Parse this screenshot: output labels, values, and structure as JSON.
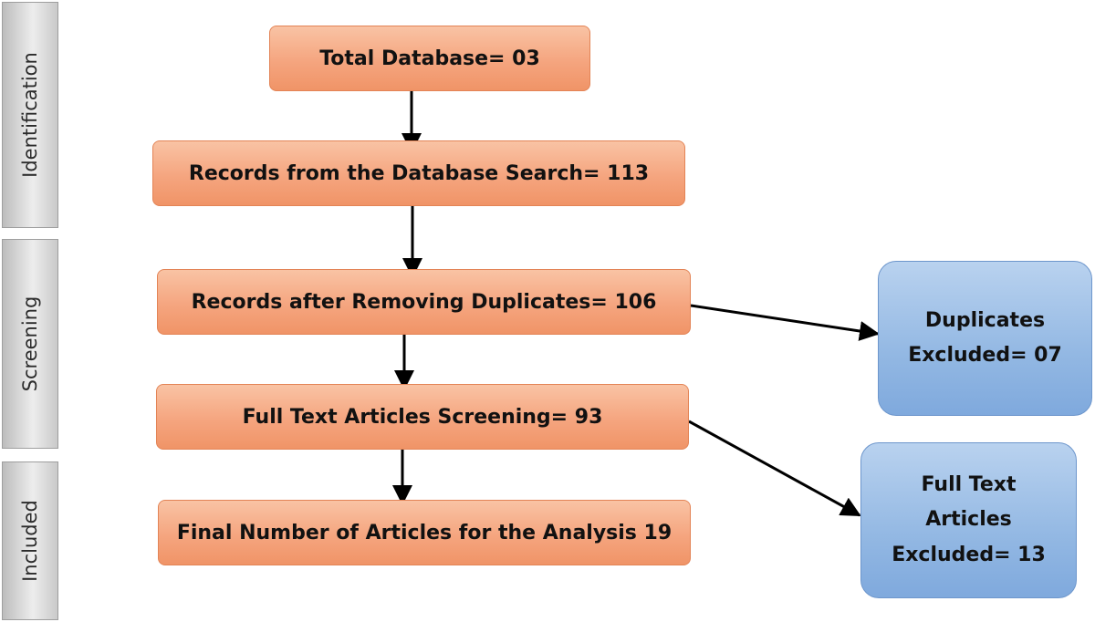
{
  "stages": {
    "identification": "Identification",
    "screening": "Screening",
    "included": "Included"
  },
  "boxes": {
    "total_database": "Total Database= 03",
    "records_search": "Records from the Database Search= 113",
    "records_dedup": "Records after Removing Duplicates= 106",
    "full_text_screening": "Full Text Articles Screening= 93",
    "final_number": "Final Number of Articles for the Analysis 19",
    "duplicates_excluded": "Duplicates Excluded= 07",
    "full_text_excluded": "Full Text Articles Excluded= 13"
  },
  "colors": {
    "process_fill": "#f5a57f",
    "excluded_fill": "#93b8e3",
    "stage_fill": "#e4e4e4",
    "arrow": "#000000"
  }
}
